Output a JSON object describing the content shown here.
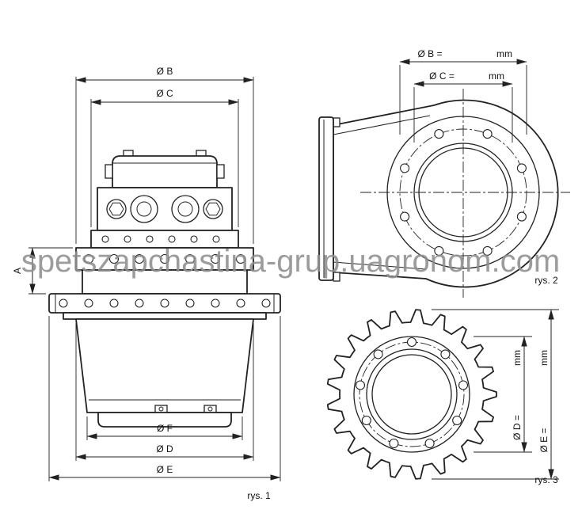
{
  "watermark": "spetszapchastina-grup.uagronom.com",
  "fig1": {
    "caption": "rys. 1",
    "dim_b": "Ø B",
    "dim_c": "Ø C",
    "dim_a": "A",
    "dim_f": "Ø F",
    "dim_d": "Ø D",
    "dim_e": "Ø E"
  },
  "fig2": {
    "caption": "rys. 2",
    "dim_b_label": "Ø B =",
    "dim_b_unit": "mm",
    "dim_c_label": "Ø C =",
    "dim_c_unit": "mm"
  },
  "fig3": {
    "caption": "rys. 3",
    "dim_d_label": "Ø D =",
    "dim_d_unit": "mm",
    "dim_e_label": "Ø E =",
    "dim_e_unit": "mm"
  }
}
